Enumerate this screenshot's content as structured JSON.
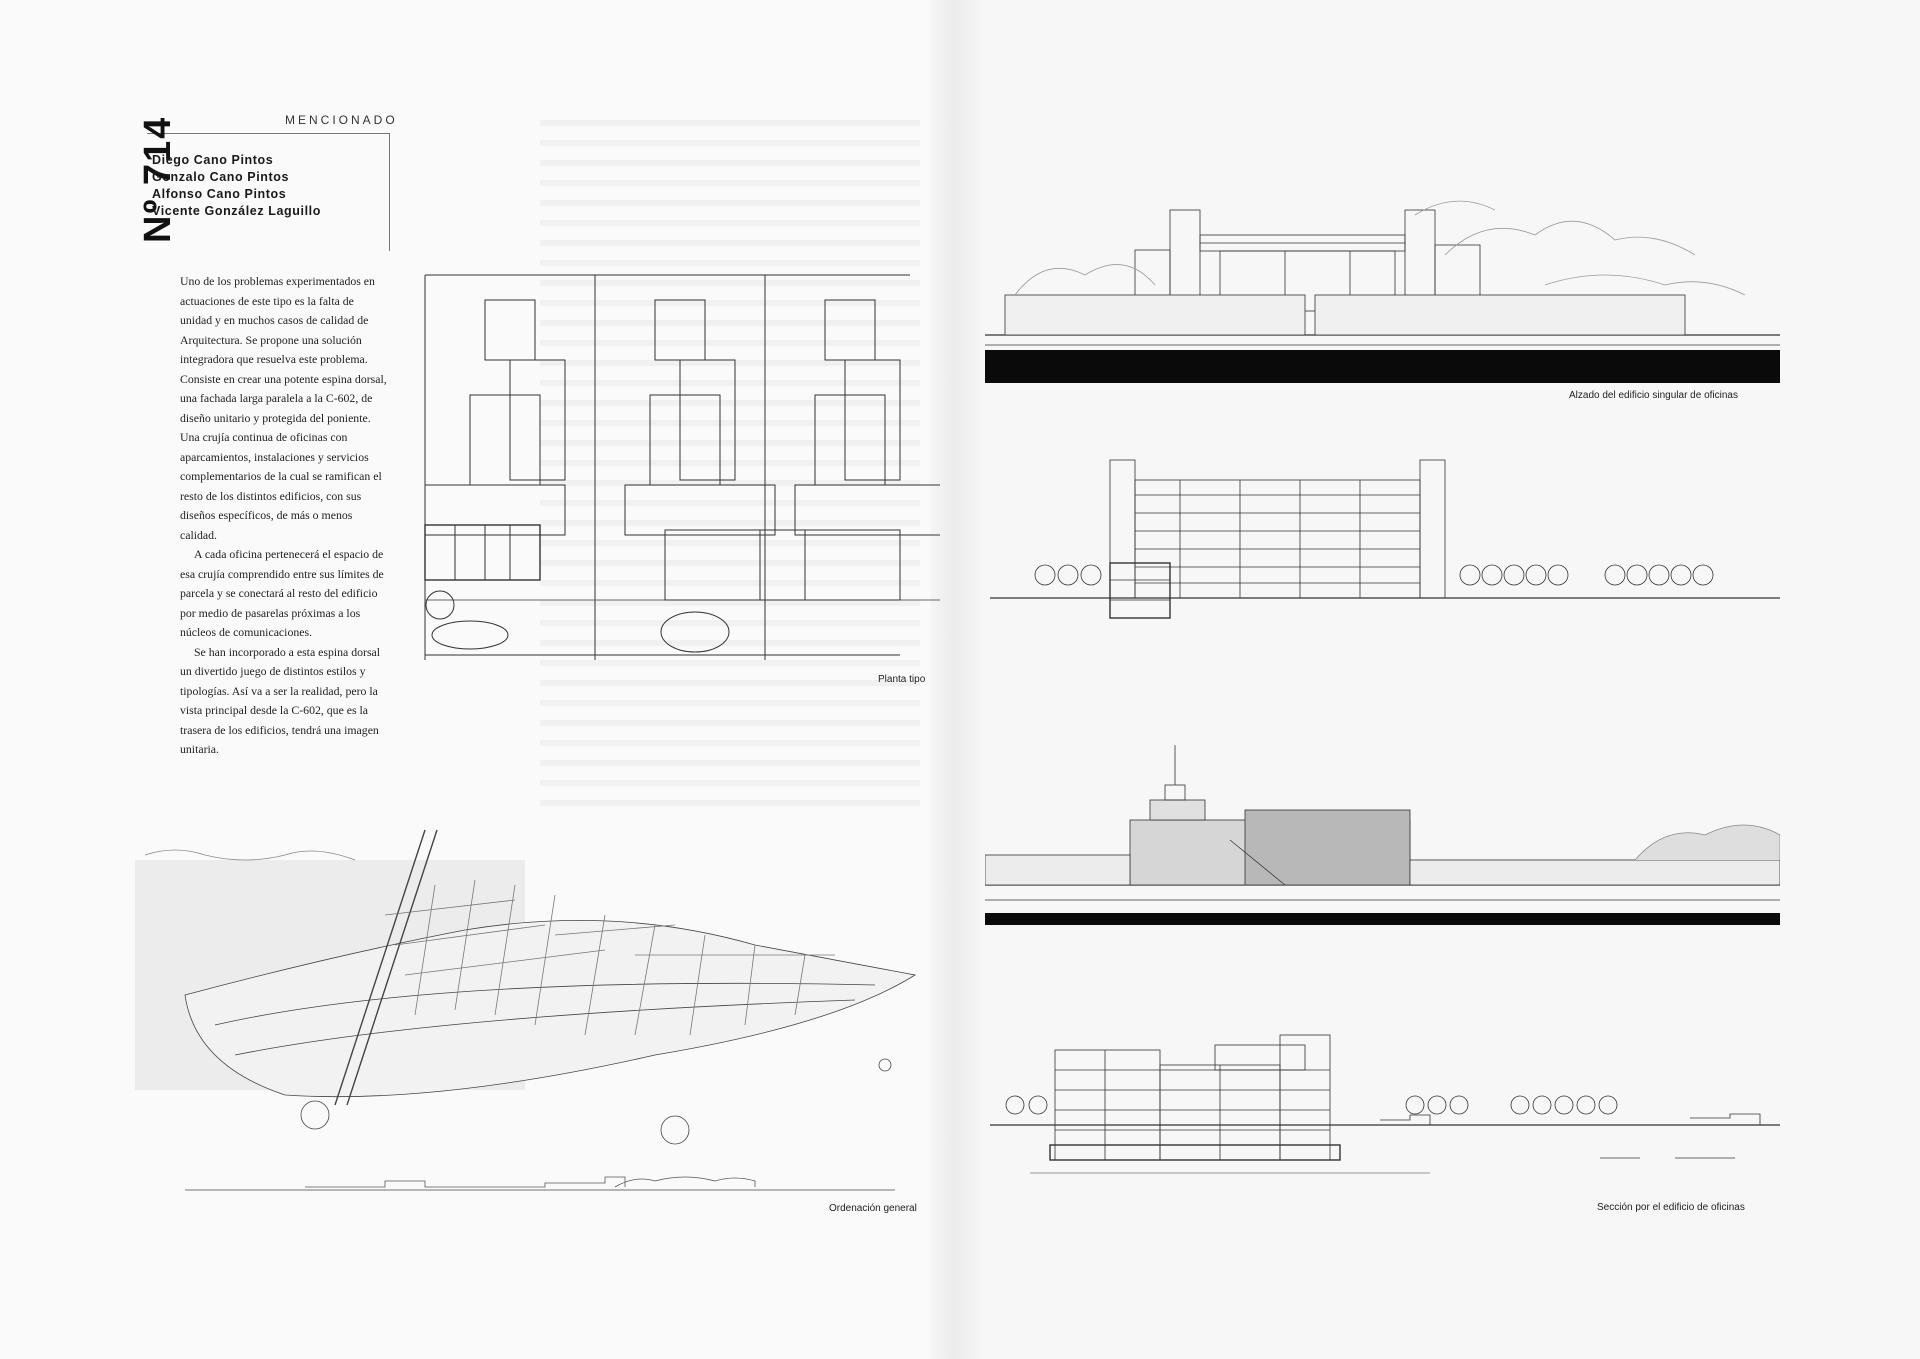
{
  "section_label": "MENCIONADO",
  "entry_number": "Nº 714",
  "authors": [
    "Diego Cano Pintos",
    "Gonzalo Cano Pintos",
    "Alfonso Cano Pintos",
    "Vicente González Laguillo"
  ],
  "body_paragraphs": [
    "Uno de los problemas experimentados en actuaciones de este tipo es la falta de unidad y en muchos casos de calidad de Arquitectura. Se propone una solución integradora que resuelva este problema. Consiste en crear una potente espina dorsal, una fachada larga paralela a la C-602, de diseño unitario y protegida del poniente. Una crujía continua de oficinas con aparcamientos, instalaciones y servicios complementarios de la cual se ramifican el resto de los distintos edificios, con sus diseños específicos, de más o menos calidad.",
    "A cada oficina pertenecerá el espacio de esa crujía comprendido entre sus límites de parcela y se conectará al resto del edificio por medio de pasarelas próximas a los núcleos de comunicaciones.",
    "Se han incorporado a esta espina dorsal un divertido juego de distintos estilos y tipologías. Así va a ser la realidad, pero la vista principal desde la C-602, que es la trasera de los edificios, tendrá una imagen unitaria."
  ],
  "captions": {
    "plan": "Planta tipo",
    "site_plan": "Ordenación general",
    "elevation": "Alzado del edificio singular de oficinas",
    "section": "Sección por el edificio de oficinas"
  }
}
